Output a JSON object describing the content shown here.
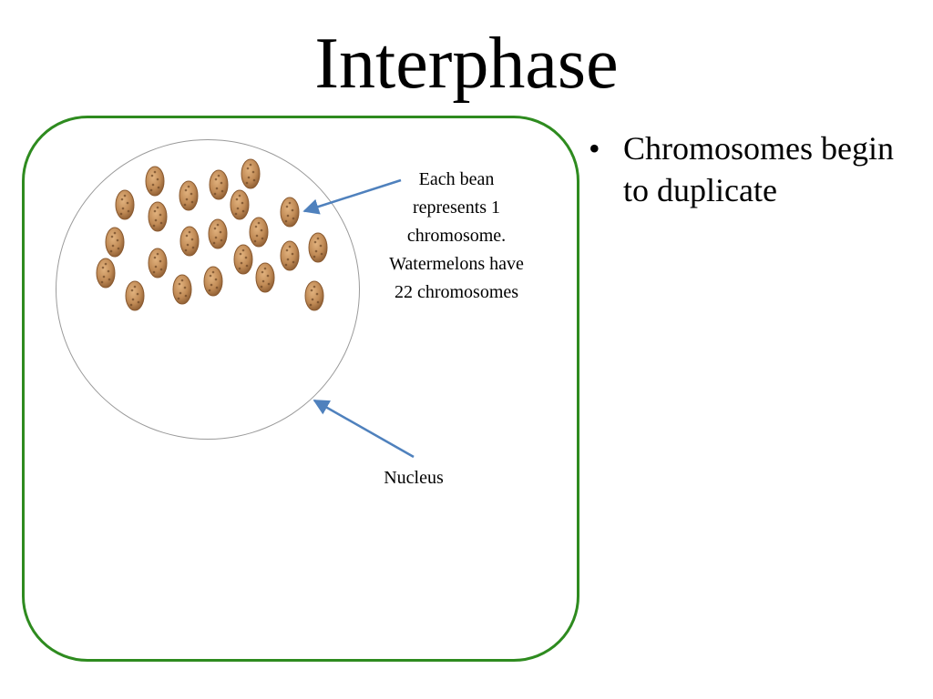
{
  "slide": {
    "title": "Interphase",
    "bullets": [
      {
        "marker": "•",
        "text": "Chromosomes begin to duplicate"
      }
    ]
  },
  "diagram": {
    "bean_label": "Each bean\nrepresents 1\nchromosome.\nWatermelons have\n22 chromosomes",
    "nucleus_label": "Nucleus",
    "bean_count": 22,
    "colors": {
      "cell_border": "#2e8b1f",
      "nucleus_border": "#9a9a9a",
      "arrow": "#4f81bd",
      "bean_fill": "#c08a55",
      "bean_edge": "#8a5a30"
    }
  }
}
